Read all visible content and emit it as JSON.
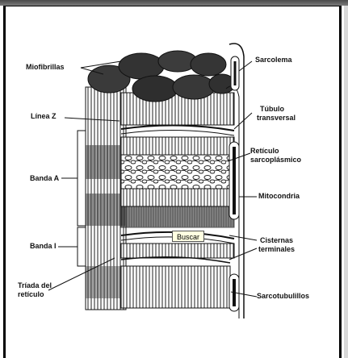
{
  "labels": {
    "miofibrillas": "Miofibrillas",
    "linea_z": "Línea Z",
    "banda_a": "Banda A",
    "banda_i": "Banda I",
    "triada_1": "Tríada del",
    "triada_2": "retículo",
    "sarcolema": "Sarcolema",
    "tubulo_1": "Túbulo",
    "tubulo_2": "transversal",
    "reticulo_1": "Retículo",
    "reticulo_2": "sarcoplásmico",
    "mitocondria": "Mitocondria",
    "cisternas_1": "Cisternas",
    "cisternas_2": "terminales",
    "sarcotubulillos": "Sarcotubulillos"
  },
  "tooltip": {
    "text": "Buscar"
  },
  "colors": {
    "ink": "#111111",
    "dark_fill": "#3a3a3a",
    "tooltip_bg": "#ffffe1"
  }
}
